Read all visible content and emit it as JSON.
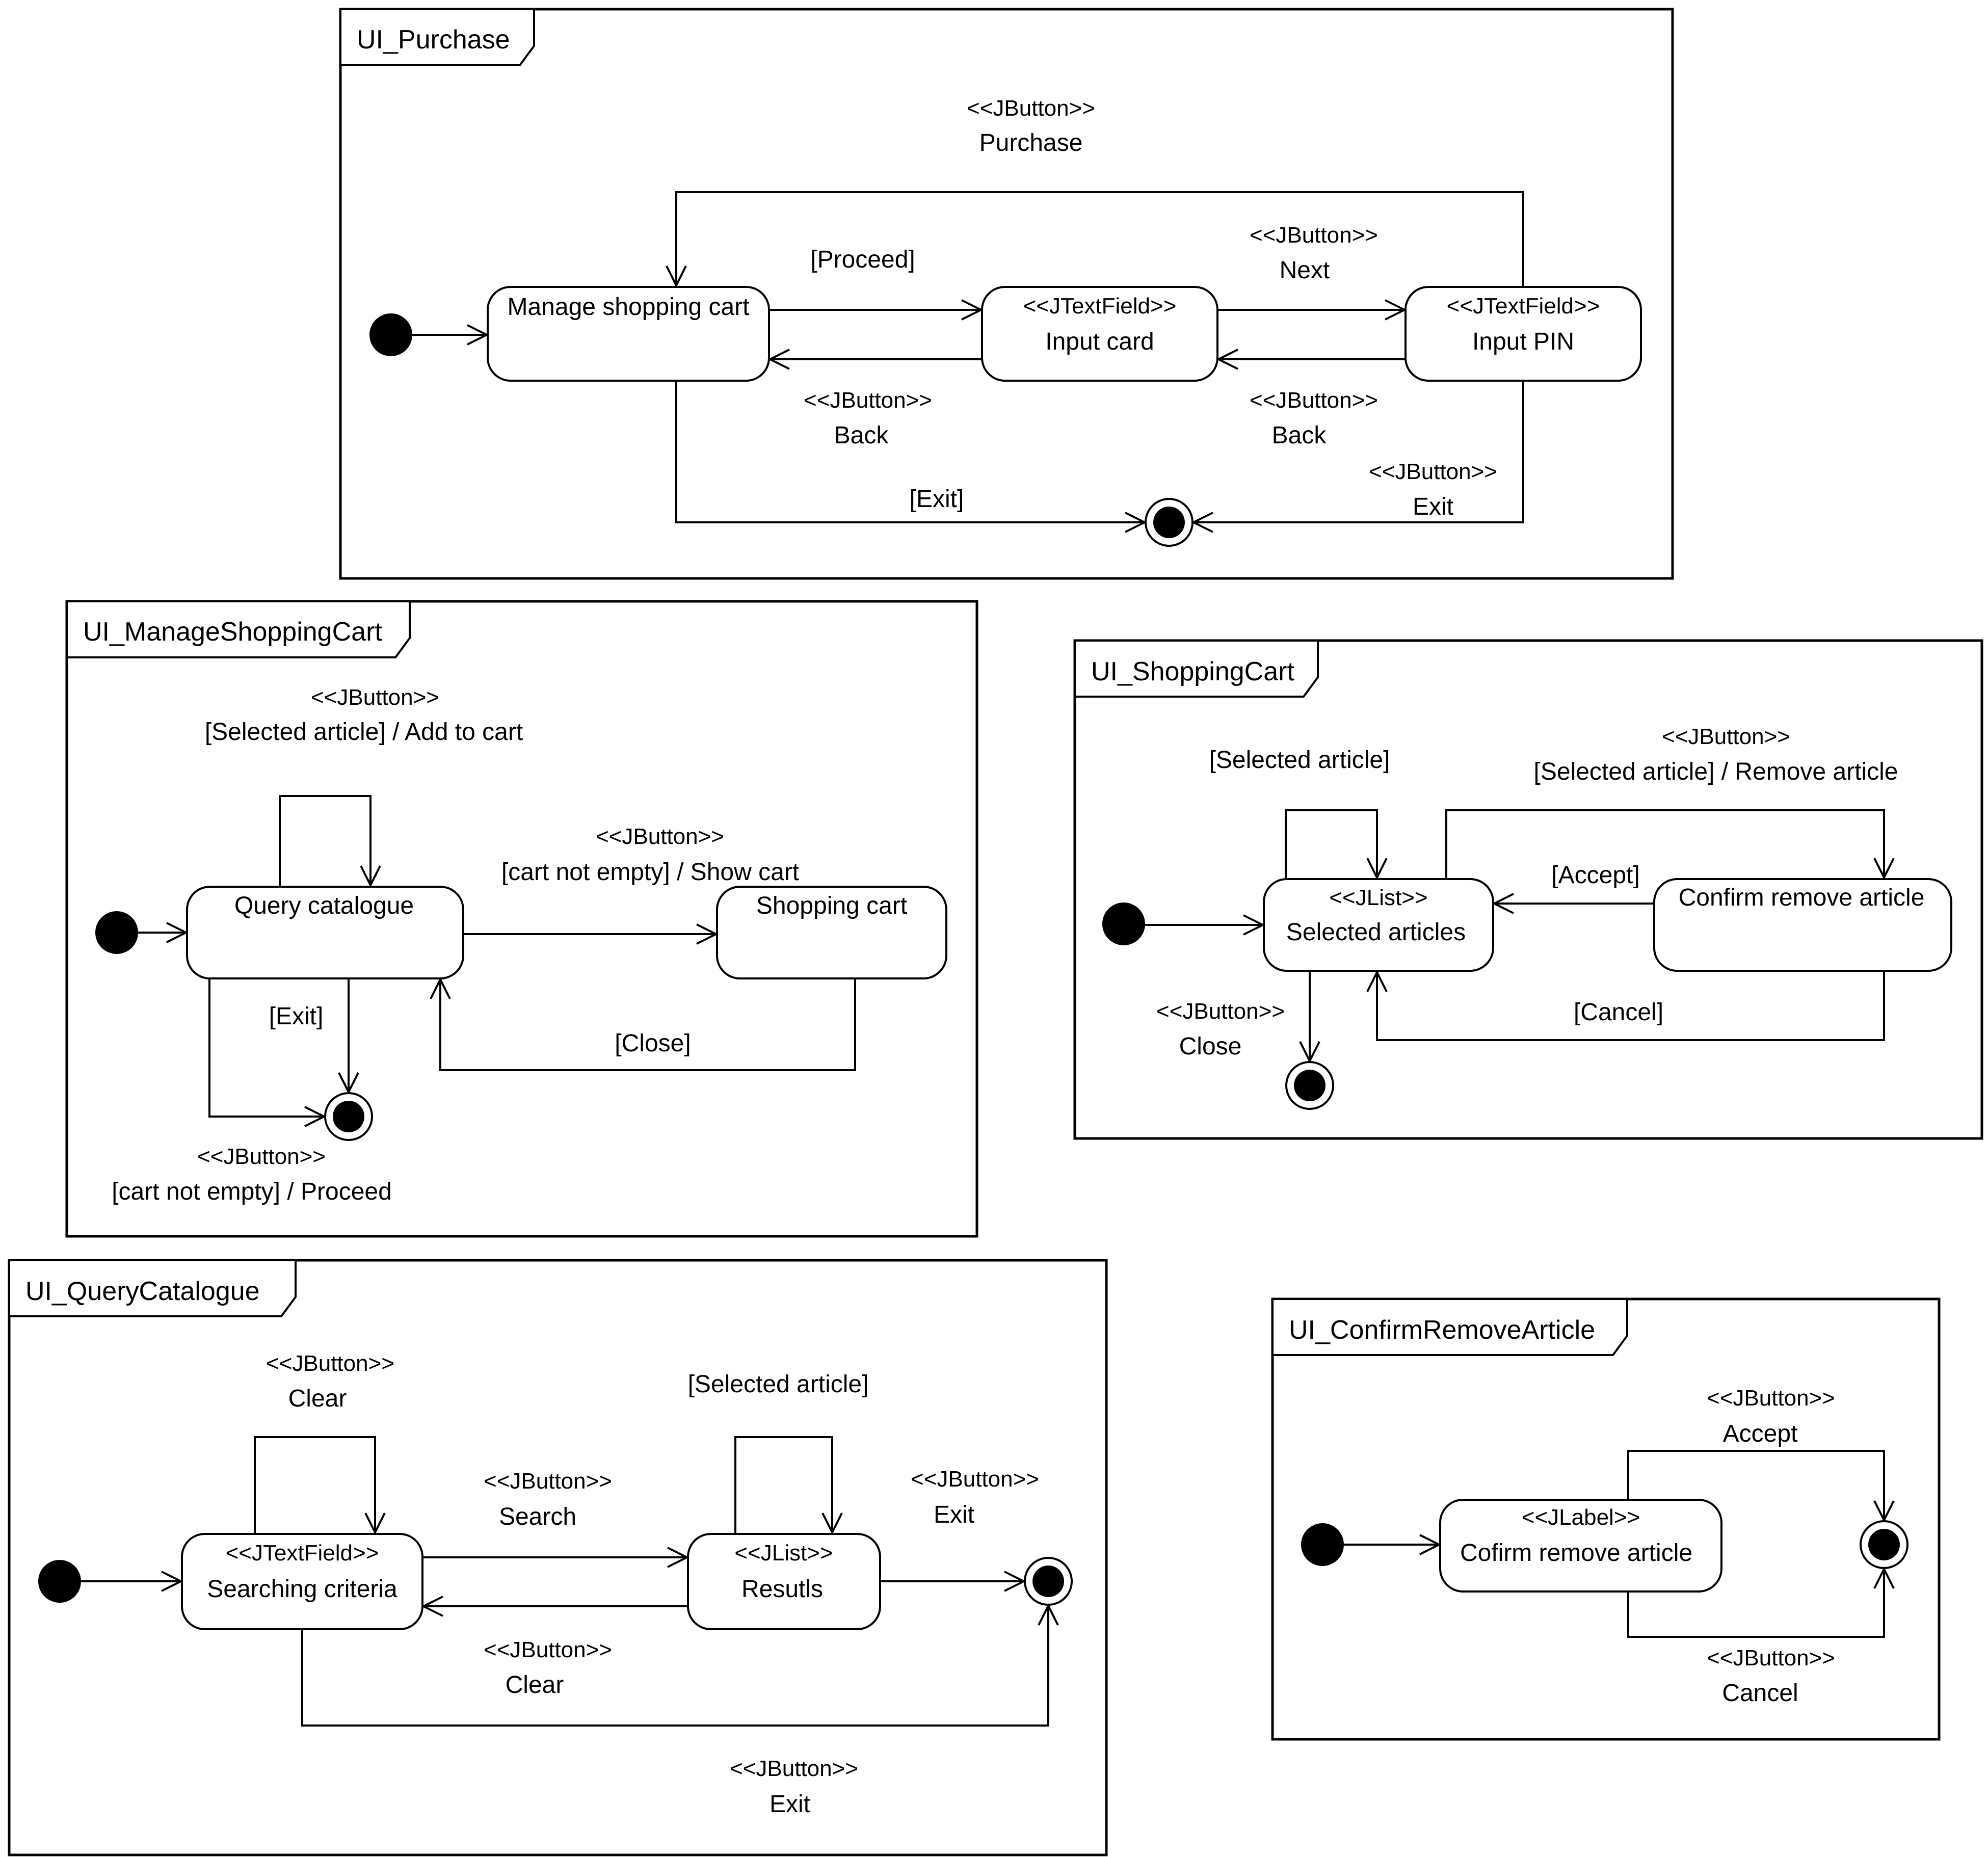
{
  "diagrams": {
    "purchase": {
      "title": "UI_Purchase",
      "states": {
        "manage": "Manage shopping cart",
        "input_card": {
          "stereotype": "<<JTextField>>",
          "name": "Input card"
        },
        "input_pin": {
          "stereotype": "<<JTextField>>",
          "name": "Input PIN"
        }
      },
      "transitions": {
        "top_loop": {
          "stereotype": "<<JButton>>",
          "label": "Purchase"
        },
        "proceed": {
          "label": "[Proceed]"
        },
        "next": {
          "stereotype": "<<JButton>>",
          "label": "Next"
        },
        "back1": {
          "stereotype": "<<JButton>>",
          "label": "Back"
        },
        "back2": {
          "stereotype": "<<JButton>>",
          "label": "Back"
        },
        "exit_guard": {
          "label": "[Exit]"
        },
        "exit_button": {
          "stereotype": "<<JButton>>",
          "label": "Exit"
        }
      }
    },
    "manage_cart": {
      "title": "UI_ManageShoppingCart",
      "states": {
        "query": "Query catalogue",
        "shopping": "Shopping cart"
      },
      "transitions": {
        "add": {
          "stereotype": "<<JButton>>",
          "label": "[Selected article] / Add to cart"
        },
        "show": {
          "stereotype": "<<JButton>>",
          "label": "[cart not empty] / Show cart"
        },
        "exit": {
          "label": "[Exit]"
        },
        "close": {
          "label": "[Close]"
        },
        "proceed": {
          "stereotype": "<<JButton>>",
          "label": "[cart not empty] / Proceed"
        }
      }
    },
    "shopping_cart": {
      "title": "UI_ShoppingCart",
      "states": {
        "selected": {
          "stereotype": "<<JList>>",
          "name": "Selected articles"
        },
        "confirm": "Confirm remove article"
      },
      "transitions": {
        "selected_loop": {
          "label": "[Selected article]"
        },
        "remove": {
          "stereotype": "<<JButton>>",
          "label": "[Selected article] / Remove article"
        },
        "accept": {
          "label": "[Accept]"
        },
        "cancel": {
          "label": "[Cancel]"
        },
        "close": {
          "stereotype": "<<JButton>>",
          "label": "Close"
        }
      }
    },
    "query_catalogue": {
      "title": "UI_QueryCatalogue",
      "states": {
        "criteria": {
          "stereotype": "<<JTextField>>",
          "name": "Searching criteria"
        },
        "results": {
          "stereotype": "<<JList>>",
          "name": "Resutls"
        }
      },
      "transitions": {
        "clear_loop": {
          "stereotype": "<<JButton>>",
          "label": "Clear"
        },
        "selected_loop": {
          "label": "[Selected article]"
        },
        "search": {
          "stereotype": "<<JButton>>",
          "label": "Search"
        },
        "exit_right": {
          "stereotype": "<<JButton>>",
          "label": "Exit"
        },
        "clear_back": {
          "stereotype": "<<JButton>>",
          "label": "Clear"
        },
        "exit_bottom": {
          "stereotype": "<<JButton>>",
          "label": "Exit"
        }
      }
    },
    "confirm_remove": {
      "title": "UI_ConfirmRemoveArticle",
      "states": {
        "label_state": {
          "stereotype": "<<JLabel>>",
          "name": "Cofirm remove article"
        }
      },
      "transitions": {
        "accept": {
          "stereotype": "<<JButton>>",
          "label": "Accept"
        },
        "cancel": {
          "stereotype": "<<JButton>>",
          "label": "Cancel"
        }
      }
    }
  }
}
